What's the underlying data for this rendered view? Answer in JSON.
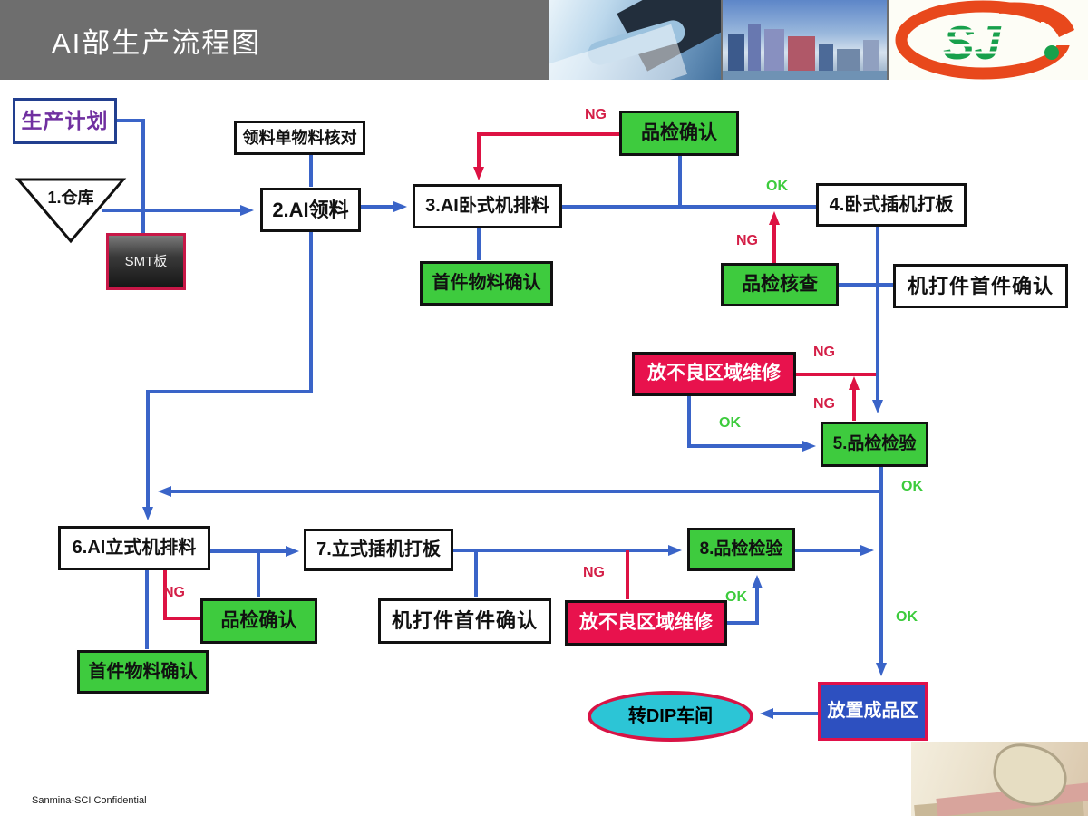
{
  "header": {
    "title": "AI部生产流程图"
  },
  "logo": {
    "text": "SJ"
  },
  "status": {
    "ng": "NG",
    "ok": "OK"
  },
  "nodes": {
    "production_plan": {
      "label": "生产计划"
    },
    "warehouse": {
      "label": "1.仓库"
    },
    "smt_board": {
      "label": "SMT板"
    },
    "picking_list_check": {
      "label": "领料单物料核对"
    },
    "ai_picking": {
      "label": "2.AI领料"
    },
    "ai_horizontal": {
      "label": "3.AI卧式机排料"
    },
    "qc_confirm_top": {
      "label": "品检确认"
    },
    "horizontal_insert": {
      "label": "4.卧式插机打板"
    },
    "first_article_top": {
      "label": "首件物料确认"
    },
    "qc_recheck": {
      "label": "品检核查"
    },
    "machine_first_top": {
      "label": "机打件首件确认"
    },
    "defect_repair_top": {
      "label": "放不良区域维修"
    },
    "qc_inspect_5": {
      "label": "5.品检检验"
    },
    "ai_vertical": {
      "label": "6.AI立式机排料"
    },
    "vertical_insert": {
      "label": "7.立式插机打板"
    },
    "qc_inspect_8": {
      "label": "8.品检检验"
    },
    "qc_confirm_bottom": {
      "label": "品检确认"
    },
    "machine_first_bottom": {
      "label": "机打件首件确认"
    },
    "defect_repair_bottom": {
      "label": "放不良区域维修"
    },
    "first_article_bottom": {
      "label": "首件物料确认"
    },
    "to_dip": {
      "label": "转DIP车间"
    },
    "finished_area": {
      "label": "放置成品区"
    }
  },
  "footer": {
    "confidential": "Sanmina-SCI Confidential"
  },
  "colors": {
    "header_bg": "#6e6e6e",
    "flow_line_blue": "#3a64c8",
    "ng_line_red": "#dd1243",
    "green_box": "#3ecb3e",
    "red_box": "#e8124d",
    "plan_text": "#7030a0",
    "plan_border": "#223f8f",
    "dip_fill": "#2cc5d6",
    "dip_border": "#d81345",
    "finished_fill": "#2d50c0",
    "logo_red": "#e8481c",
    "logo_green": "#18a04c",
    "ok_text": "#3ccb3c",
    "ng_text": "#d41f47"
  }
}
